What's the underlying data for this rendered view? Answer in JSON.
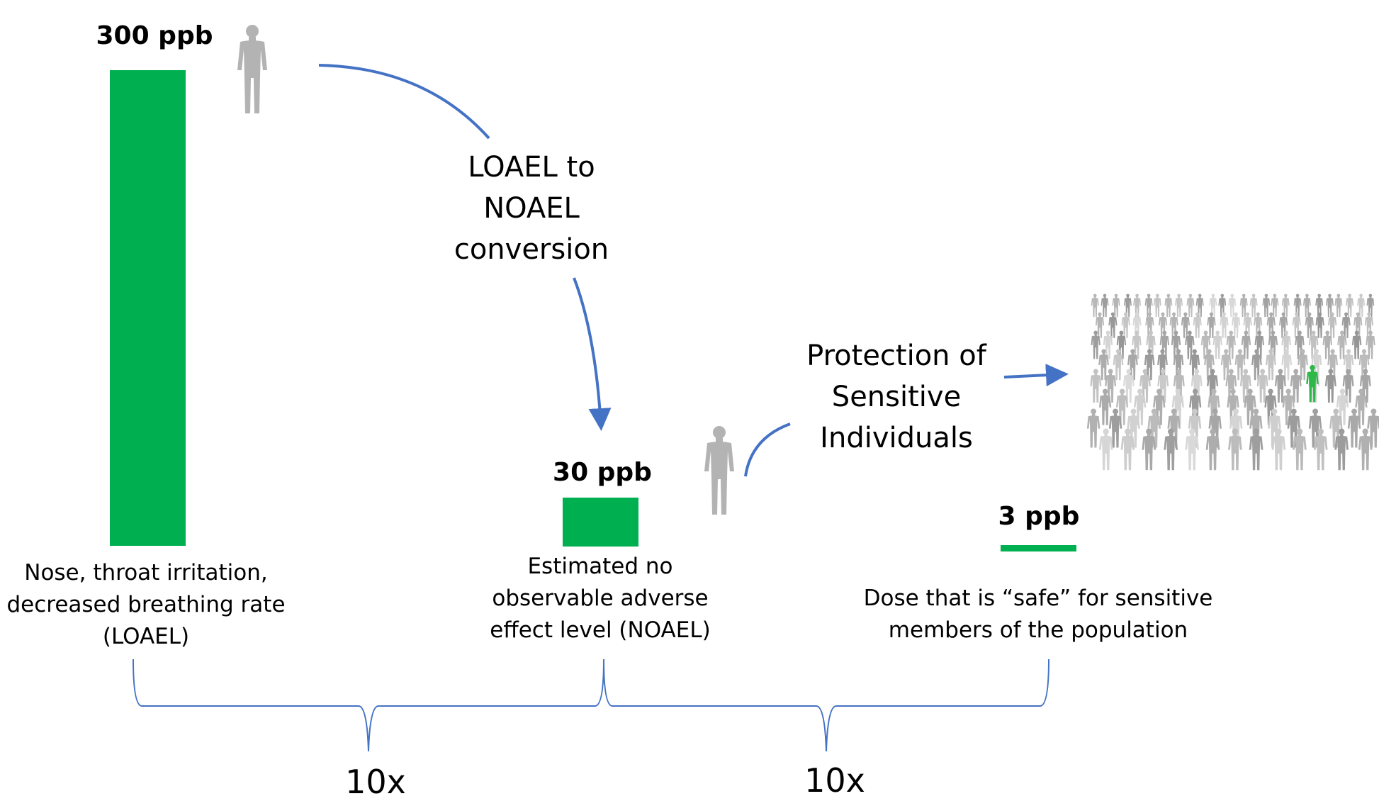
{
  "levels": [
    {
      "value": "300 ppb",
      "description": "Nose, throat irritation, decreased breathing rate (LOAEL)",
      "concentration_ppb": 300
    },
    {
      "value": "30 ppb",
      "description": "Estimated no observable adverse effect level (NOAEL)",
      "concentration_ppb": 30
    },
    {
      "value": "3 ppb",
      "description": "Dose that is “safe” for sensitive members of the population",
      "concentration_ppb": 3
    }
  ],
  "arrows": {
    "loael_to_noael": "LOAEL to NOAEL conversion",
    "sensitive": "Protection of Sensitive Individuals"
  },
  "factors": [
    "10x",
    "10x"
  ],
  "colors": {
    "bar": "#00b050",
    "arrow": "#4472c4",
    "bracket": "#4472c4",
    "figure": "#b3b3b3",
    "highlight_person": "#2eb84a"
  },
  "icons": [
    "person-silhouette-icon",
    "person-silhouette-icon",
    "crowd-icon",
    "highlighted-person-icon"
  ]
}
